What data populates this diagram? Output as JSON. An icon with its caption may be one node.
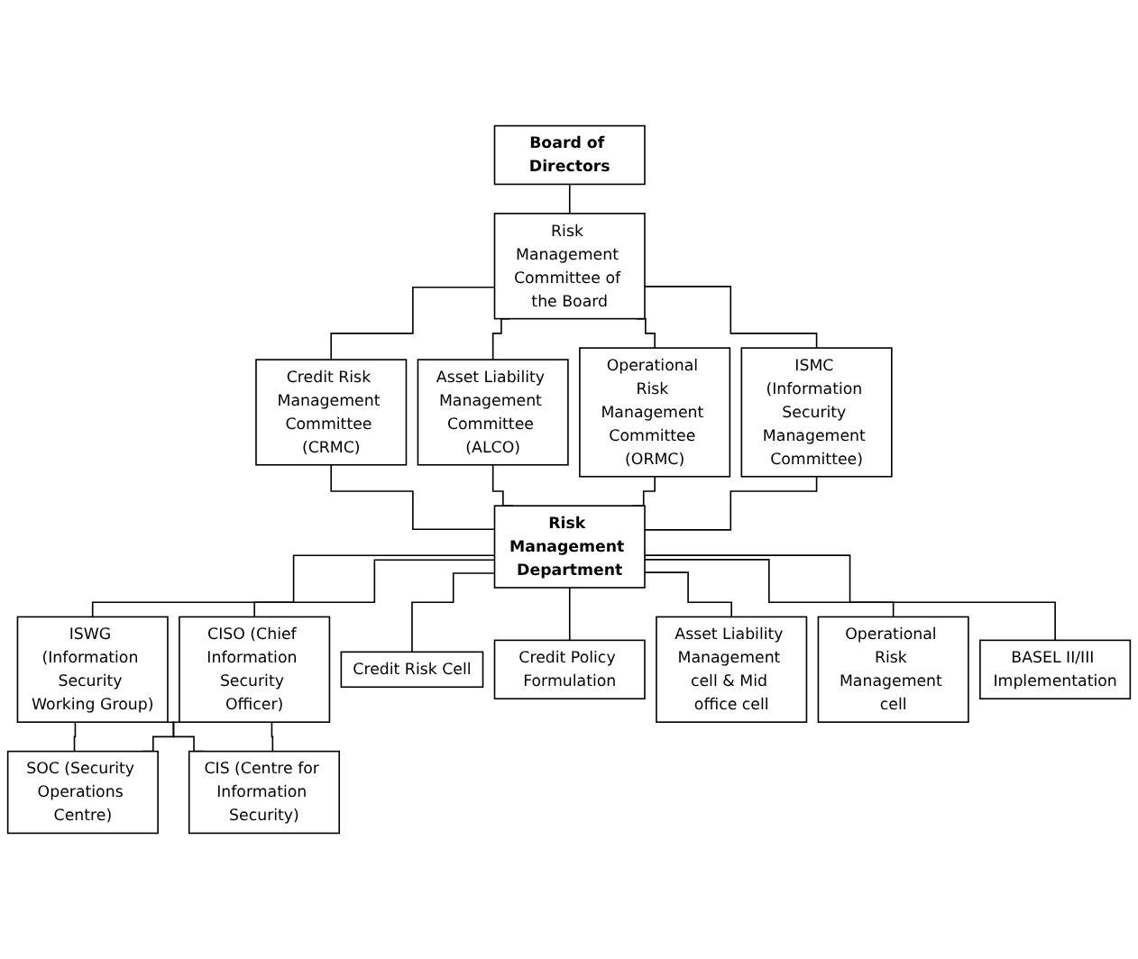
{
  "diagram": {
    "nodes": [
      {
        "text": [
          "Board of Directors"
        ]
      },
      {
        "text": [
          "Risk Management Committee of the Board"
        ]
      },
      {
        "text": [
          "Credit Risk Management Committee (CRMC)"
        ]
      },
      {
        "text": [
          "Asset Liability Management Committee (ALCO)"
        ]
      },
      {
        "text": [
          "Operational Risk Management Committee (ORMC)"
        ]
      },
      {
        "text": [
          "ISMC (Information Security Management Committee)"
        ]
      },
      {
        "text": [
          "Risk Management Department"
        ]
      },
      {
        "text": [
          "ISWG (Information Security Working Group)"
        ]
      },
      {
        "text": [
          "CISO (Chief Information Security Officer)"
        ]
      },
      {
        "text": [
          "Credit Risk Cell"
        ]
      },
      {
        "text": [
          "Credit Policy Formulation"
        ]
      },
      {
        "text": [
          "Asset Liability Management cell & Mid office cell"
        ]
      },
      {
        "text": [
          "Operational Risk Management cell"
        ]
      },
      {
        "text": [
          "BASEL II/III Implementation"
        ]
      },
      {
        "text": [
          "SOC (Security Operations Centre)"
        ]
      },
      {
        "text": [
          "CIS (Centre for Information Security)"
        ]
      }
    ],
    "edges": [
      {
        "from": 0,
        "to": 1,
        "arrow": "none"
      },
      {
        "from": 1,
        "to": 2,
        "arrow": "none"
      },
      {
        "from": 1,
        "to": 3,
        "arrow": "none"
      },
      {
        "from": 1,
        "to": 4,
        "arrow": "none"
      },
      {
        "from": 1,
        "to": 5,
        "arrow": "none"
      },
      {
        "from": 2,
        "to": 6,
        "arrow": "none"
      },
      {
        "from": 3,
        "to": 6,
        "arrow": "none"
      },
      {
        "from": 4,
        "to": 6,
        "arrow": "none"
      },
      {
        "from": 5,
        "to": 6,
        "arrow": "none"
      },
      {
        "from": 6,
        "to": 7,
        "arrow": "none"
      },
      {
        "from": 6,
        "to": 8,
        "arrow": "none"
      },
      {
        "from": 6,
        "to": 9,
        "arrow": "none"
      },
      {
        "from": 6,
        "to": 10,
        "arrow": "none"
      },
      {
        "from": 6,
        "to": 11,
        "arrow": "none"
      },
      {
        "from": 6,
        "to": 12,
        "arrow": "none"
      },
      {
        "from": 6,
        "to": 13,
        "arrow": "none"
      },
      {
        "from": 7,
        "to": 14,
        "arrow": "none"
      },
      {
        "from": 7,
        "to": 15,
        "arrow": "none"
      },
      {
        "from": 8,
        "to": 14,
        "arrow": "none"
      },
      {
        "from": 8,
        "to": 15,
        "arrow": "none"
      }
    ]
  }
}
